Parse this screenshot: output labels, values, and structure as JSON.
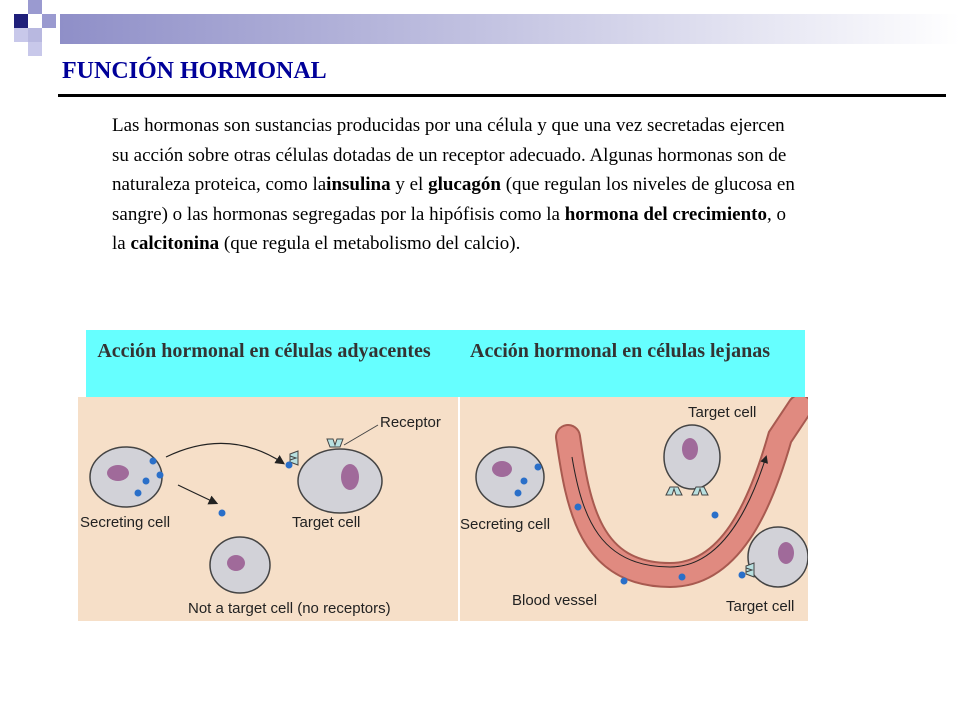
{
  "slide": {
    "title": "FUNCIÓN HORMONAL",
    "paragraph": {
      "t1": "Las hormonas son sustancias producidas por una célula y que una vez secretadas ejercen su acción sobre otras células dotadas de un receptor adecuado. Algunas hormonas son de naturaleza proteica, como la",
      "b1": "insulina",
      "t2": " y el ",
      "b2": "glucagón",
      "t3": " (que regulan los niveles de glucosa en sangre) o las hormonas segregadas por la hipófisis como la ",
      "b3": "hormona del crecimiento",
      "t4": ", o la ",
      "b4": "calcitonina",
      "t5": " (que regula el metabolismo del calcio)."
    },
    "headers": {
      "left": "Acción hormonal en células adyacentes",
      "right": "Acción hormonal en células lejanas"
    },
    "figure_left": {
      "receptor": "Receptor",
      "secreting": "Secreting cell",
      "target": "Target cell",
      "not_target": "Not a target cell (no receptors)"
    },
    "figure_right": {
      "target_top": "Target cell",
      "secreting": "Secreting cell",
      "blood_vessel": "Blood vessel",
      "target_bottom": "Target cell"
    },
    "colors": {
      "title": "#000099",
      "header_band": "#66ffff",
      "figure_background": "#f6dfc8",
      "cell_fill": "#d2d2d8",
      "nucleus": "#a06a9a",
      "hormone": "#2a6fc9",
      "vessel": "#e08a80"
    }
  }
}
